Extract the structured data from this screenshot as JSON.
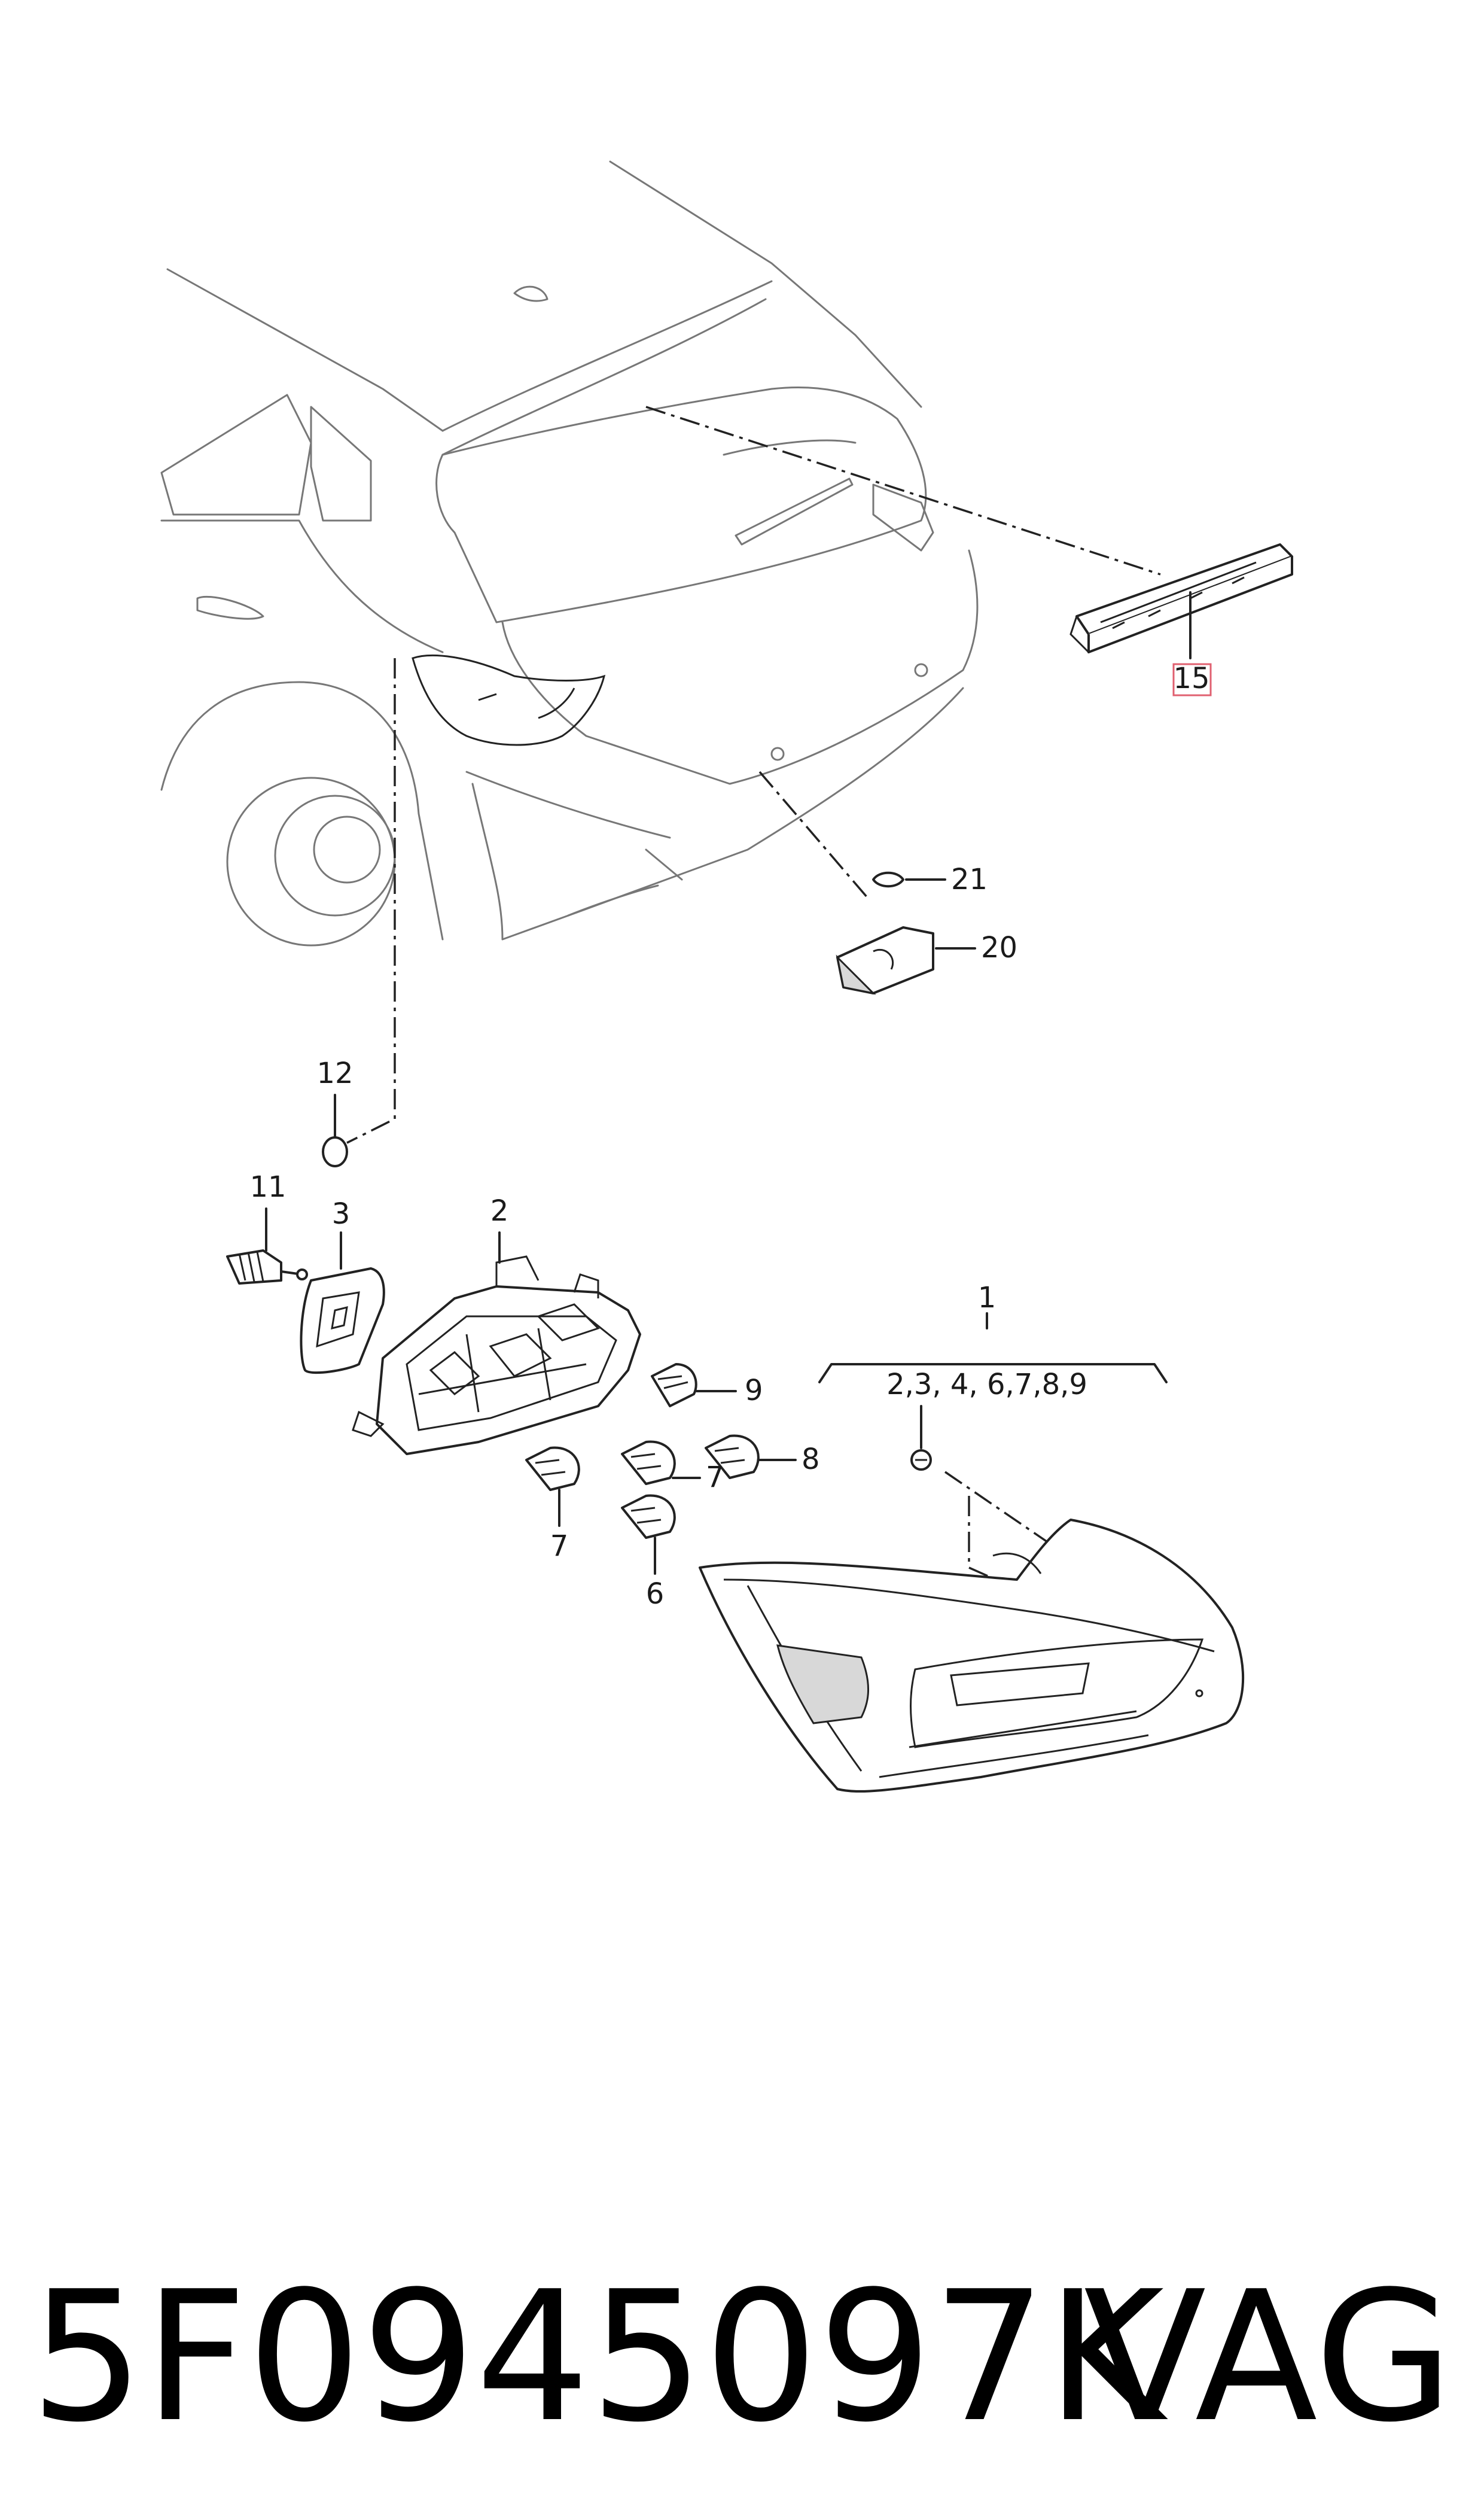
{
  "callouts": {
    "c1": "1",
    "c1_sub": "2,3, 4, 6,7,8,9",
    "c2": "2",
    "c3": "3",
    "c6": "6",
    "c7a": "7",
    "c7b": "7",
    "c8": "8",
    "c9": "9",
    "c11": "11",
    "c12": "12",
    "c15": "15",
    "c20": "20",
    "c21": "21"
  },
  "footer": {
    "part_number": "5F0945097K",
    "brand": "VAG"
  },
  "colors": {
    "line": "#222222",
    "highlight_box": "#e06070",
    "background": "#ffffff"
  }
}
